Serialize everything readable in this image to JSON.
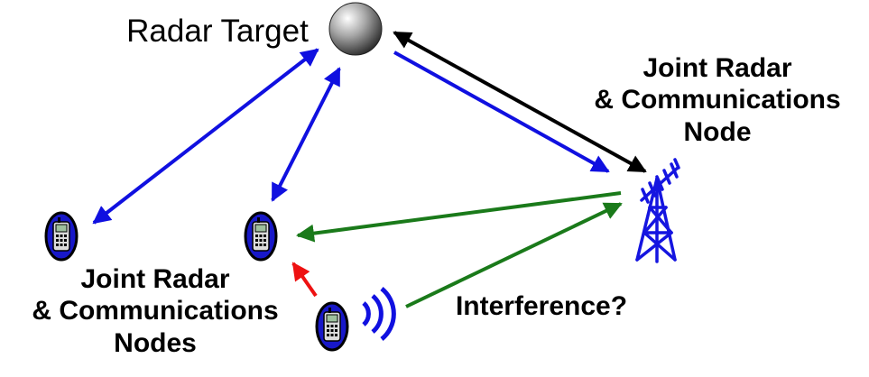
{
  "labels": {
    "target": "Radar Target",
    "jrc_node_line1": "Joint Radar",
    "jrc_node_line2": "& Communications",
    "jrc_node_line3": "Node",
    "jrc_nodes_line1": "Joint Radar",
    "jrc_nodes_line2": "& Communications",
    "jrc_nodes_line3": "Nodes",
    "interference": "Interference?"
  },
  "colors": {
    "radar_link": "#1010e0",
    "tower_radar": "#000000",
    "comm_link": "#1a7a1a",
    "interference_link": "#ee1111",
    "phone_body": "#1818c8",
    "tower": "#1515e0"
  },
  "icons": {
    "target": "sphere-icon",
    "phones": [
      "phone-icon",
      "phone-icon",
      "phone-icon"
    ],
    "tower": "cell-tower-icon",
    "emission": "signal-waves-icon"
  }
}
